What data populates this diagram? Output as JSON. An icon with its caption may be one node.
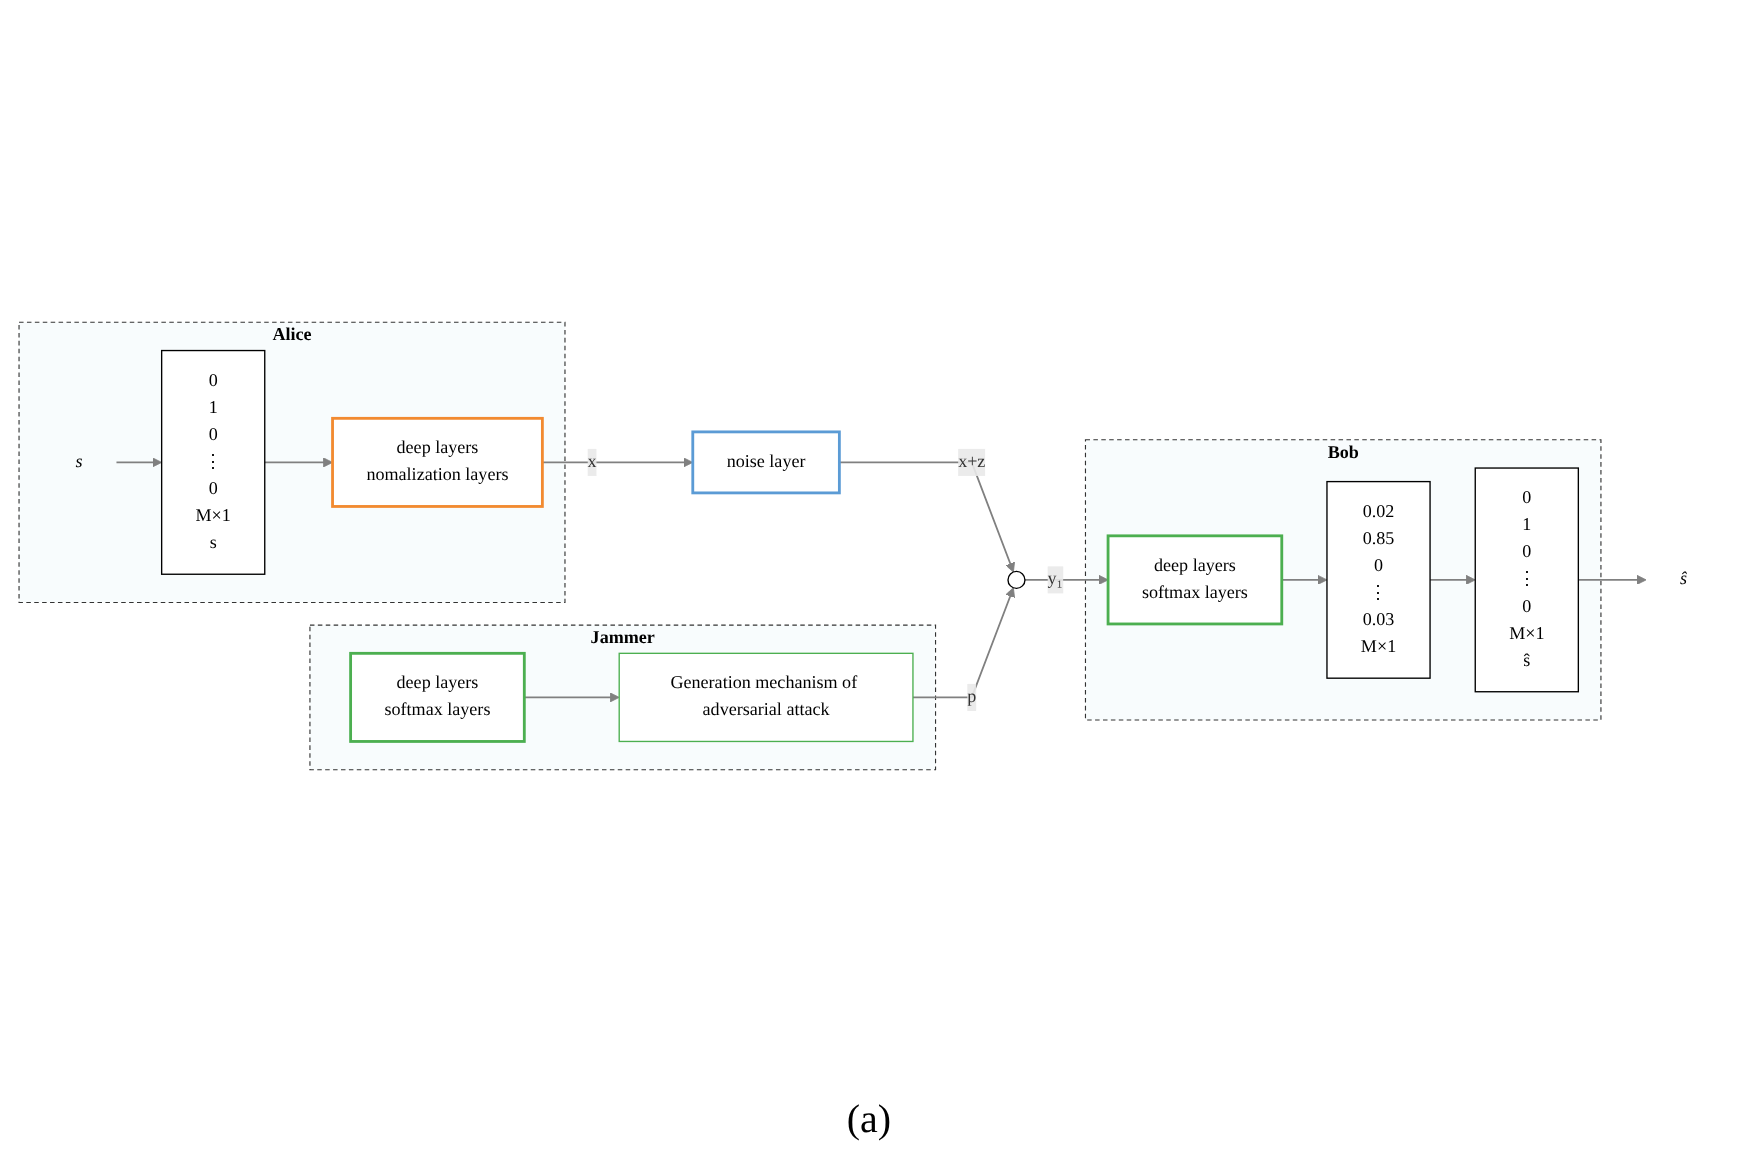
{
  "diagram": {
    "caption": "(a)",
    "nodes": [
      {
        "text": [
          "Alice"
        ]
      },
      {
        "text": [
          "s"
        ],
        "in": 0
      },
      {
        "text": [
          "0 1 0 ⋮ 0",
          "M×1",
          "s"
        ],
        "in": 0
      },
      {
        "text": [
          "deep layers",
          "nomalization layers"
        ],
        "in": 0
      },
      {
        "text": [
          "noise layer"
        ]
      },
      {
        "text": [],
        "shape": "circle"
      },
      {
        "text": [
          "Bob"
        ]
      },
      {
        "text": [
          "deep layers",
          "softmax layers"
        ],
        "in": 6
      },
      {
        "text": [
          "0.02 0.85 0 ⋮ 0.03",
          "M×1"
        ],
        "in": 6
      },
      {
        "text": [
          "0 1 0 ⋮ 0",
          "M×1",
          "ŝ"
        ],
        "in": 6
      },
      {
        "text": [
          "ŝ"
        ]
      },
      {
        "text": [
          "Jammer"
        ]
      },
      {
        "text": [
          "Generation mechanism of adversarial attack"
        ],
        "in": 11
      },
      {
        "text": [
          "deep layers",
          "softmax layers"
        ],
        "in": 11
      }
    ],
    "edges": [
      {
        "from": 1,
        "to": 2,
        "arrow": "to"
      },
      {
        "from": 2,
        "to": 3,
        "arrow": "to"
      },
      {
        "from": 3,
        "to": 4,
        "label": "x",
        "arrow": "to"
      },
      {
        "from": 4,
        "to": 5,
        "label": "x+z",
        "arrow": "to"
      },
      {
        "from": 5,
        "to": 7,
        "label": "y₁",
        "arrow": "to"
      },
      {
        "from": 7,
        "to": 8,
        "arrow": "to"
      },
      {
        "from": 8,
        "to": 9,
        "arrow": "to"
      },
      {
        "from": 9,
        "to": 10,
        "arrow": "to"
      },
      {
        "from": 13,
        "to": 12,
        "arrow": "to"
      },
      {
        "from": 12,
        "to": 5,
        "label": "p",
        "arrow": "to"
      }
    ]
  }
}
